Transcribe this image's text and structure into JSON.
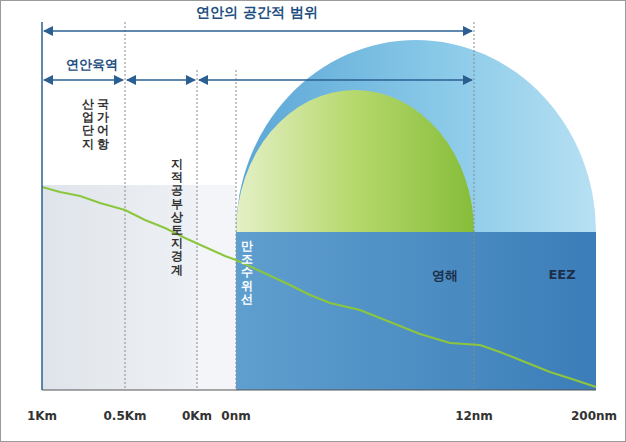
{
  "diagram": {
    "labels": [
      "연안의 공간적 범위",
      "연안육역",
      "산업단지",
      "국가어항",
      "지적공부상토지경계",
      "만조수위선",
      "영해",
      "EEZ",
      "1Km",
      "0.5Km",
      "0Km",
      "0nm",
      "12nm",
      "200nm"
    ]
  }
}
